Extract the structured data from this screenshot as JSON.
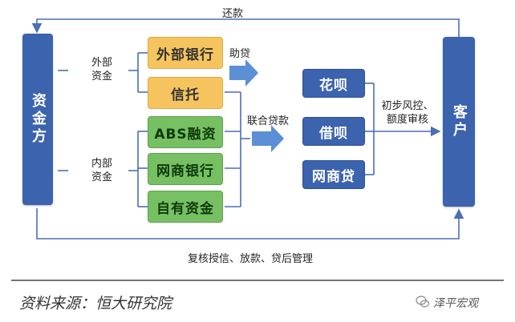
{
  "top_label": "还款",
  "bottom_label": "复核授信、放款、贷后管理",
  "funder": "资金方",
  "customer": "客户",
  "external": {
    "label_line1": "外部",
    "label_line2": "资金",
    "items": [
      "外部银行",
      "信托"
    ]
  },
  "internal": {
    "label_line1": "内部",
    "label_line2": "资金",
    "items": [
      "ABS融资",
      "网商银行",
      "自有资金"
    ]
  },
  "arrow_assist": "助贷",
  "arrow_joint": "联合贷款",
  "products": [
    "花呗",
    "借呗",
    "网商贷"
  ],
  "risk_line1": "初步风控、",
  "risk_line2": "额度审核",
  "source": "资料来源：恒大研究院",
  "watermark": "泽平宏观",
  "colors": {
    "blue": "#3c63ad",
    "orange": "#f6c45f",
    "green": "#77bf63",
    "arrow": "#5b8fd6"
  }
}
